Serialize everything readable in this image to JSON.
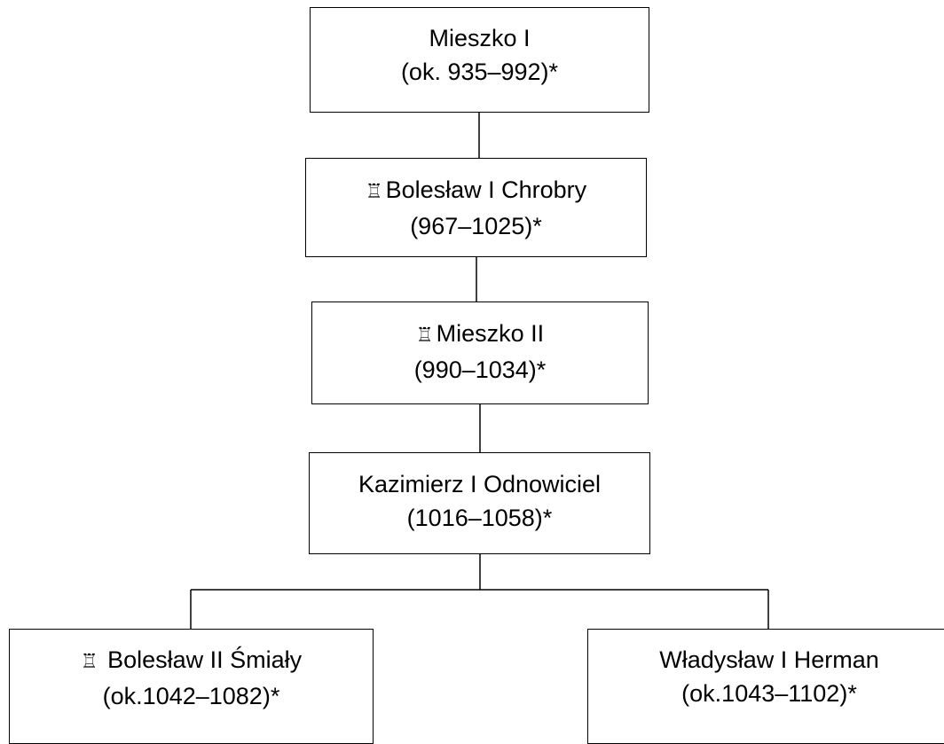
{
  "diagram": {
    "type": "family-tree",
    "nodes": [
      {
        "id": "mieszko-i",
        "crowned": false,
        "name": "Mieszko I",
        "dates": "(ok. 935–992)*"
      },
      {
        "id": "boleslaw-i-chrobry",
        "crowned": true,
        "name": "Bolesław I Chrobry",
        "dates": "(967–1025)*"
      },
      {
        "id": "mieszko-ii",
        "crowned": true,
        "name": "Mieszko II",
        "dates": "(990–1034)*"
      },
      {
        "id": "kazimierz-i-odnowiciel",
        "crowned": false,
        "name": "Kazimierz I Odnowiciel",
        "dates": "(1016–1058)*"
      },
      {
        "id": "boleslaw-ii-smialy",
        "crowned": true,
        "name": "Bolesław II Śmiały",
        "dates": "(ok.1042–1082)*"
      },
      {
        "id": "wladyslaw-i-herman",
        "crowned": false,
        "name": "Władysław I Herman",
        "dates": "(ok.1043–1102)*"
      }
    ],
    "edges": [
      {
        "from": "mieszko-i",
        "to": "boleslaw-i-chrobry"
      },
      {
        "from": "boleslaw-i-chrobry",
        "to": "mieszko-ii"
      },
      {
        "from": "mieszko-ii",
        "to": "kazimierz-i-odnowiciel"
      },
      {
        "from": "kazimierz-i-odnowiciel",
        "to": "boleslaw-ii-smialy"
      },
      {
        "from": "kazimierz-i-odnowiciel",
        "to": "wladyslaw-i-herman"
      }
    ],
    "crown_icon": "rook-icon",
    "line_color": "#000000",
    "box_border_color": "#000000",
    "background_color": "#ffffff"
  }
}
